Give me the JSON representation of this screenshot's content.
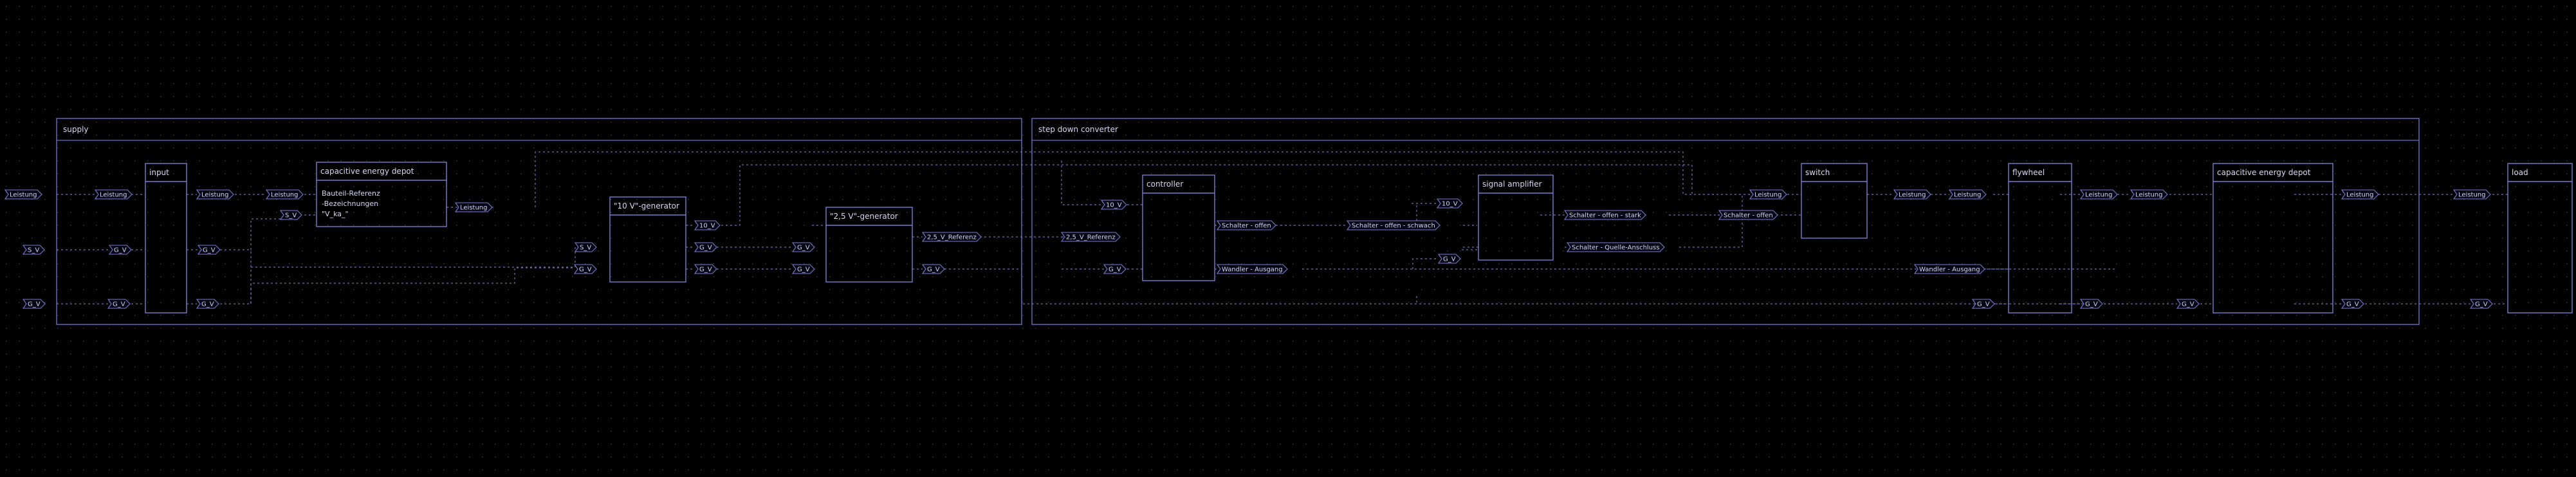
{
  "groups": {
    "supply": "supply",
    "step_down_converter": "step down converter"
  },
  "blocks": {
    "input": "input",
    "capacitive_energy_depot_1": "capacitive energy depot",
    "capacitive_energy_depot_1_note": [
      "Bauteil-Referenz",
      "-Bezeichnungen",
      "\"V_ka_\""
    ],
    "gen10": "\"10 V\"-generator",
    "gen25": "\"2,5 V\"-generator",
    "controller": "controller",
    "signal_amplifier": "signal amplifier",
    "switch": "switch",
    "flywheel": "flywheel",
    "capacitive_energy_depot_2": "capacitive energy depot",
    "load": "load"
  },
  "ports": {
    "leistung": "Leistung",
    "s_v": "S_V",
    "g_v": "G_V",
    "v10": "10_V",
    "v25_ref": "2,5_V_Referenz",
    "schalter_offen": "Schalter - offen",
    "schalter_offen_schwach": "Schalter - offen - schwach",
    "schalter_offen_stark": "Schalter - offen - stark",
    "schalter_quelle": "Schalter - Quelle-Anschluss",
    "wandler_ausgang": "Wandler - Ausgang"
  }
}
